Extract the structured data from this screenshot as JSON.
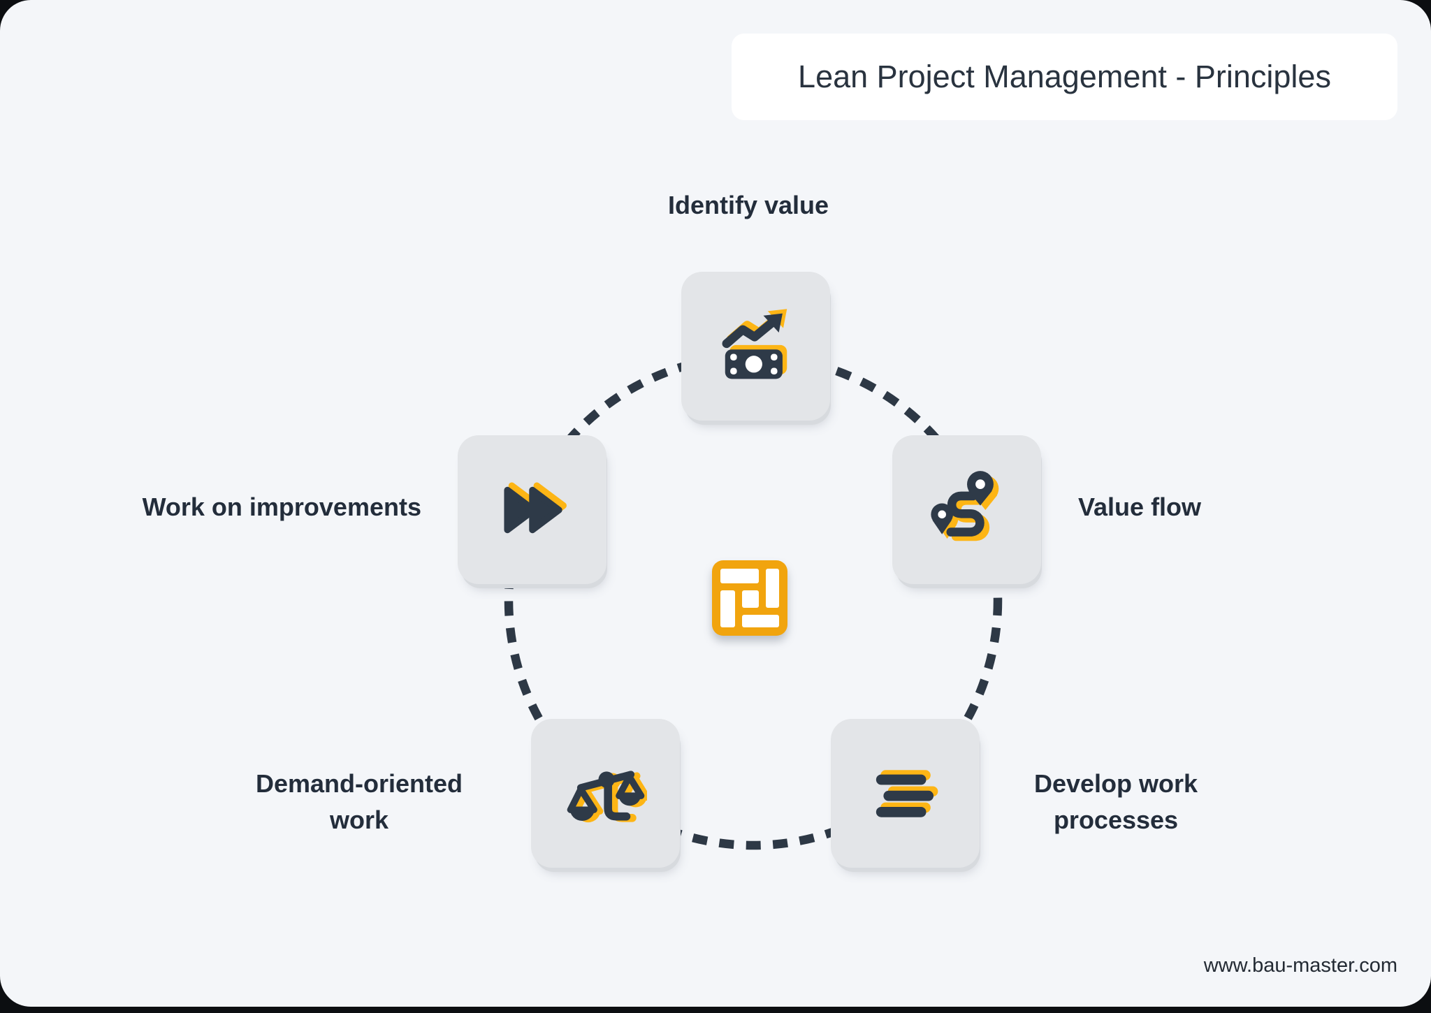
{
  "title": "Lean Project Management - Principles",
  "principles": [
    {
      "id": "identify-value",
      "label": "Identify value",
      "icon": "money-growth-icon",
      "position": "top"
    },
    {
      "id": "value-flow",
      "label": "Value flow",
      "icon": "route-icon",
      "position": "right"
    },
    {
      "id": "develop-work-processes",
      "label": "Develop work processes",
      "icon": "align-bars-icon",
      "position": "bottom-right"
    },
    {
      "id": "demand-oriented-work",
      "label": "Demand-oriented work",
      "icon": "balance-scales-icon",
      "position": "bottom-left"
    },
    {
      "id": "work-on-improvements",
      "label": "Work on improvements",
      "icon": "fast-forward-icon",
      "position": "left"
    }
  ],
  "center": {
    "icon": "kanban-layout-icon"
  },
  "footer": {
    "website": "www.bau-master.com"
  },
  "colors": {
    "outer_background": "#0C0E11",
    "board_background": "#F4F6F9",
    "title_card": "#FFFFFF",
    "icon_box": "#E3E5E8",
    "icon_navy": "#2E3A48",
    "icon_yellow": "#FDB515",
    "center_yellow": "#F1A40E",
    "dash": "#2D3845",
    "text": "#232D3B"
  }
}
